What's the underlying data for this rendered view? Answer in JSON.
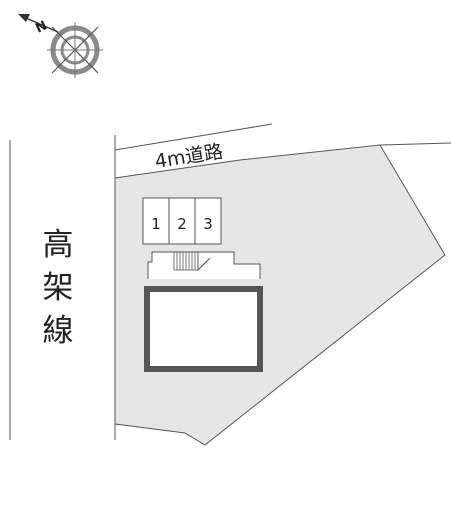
{
  "map": {
    "road_label": "4m道路",
    "elevated_line_label": [
      "高",
      "架",
      "線"
    ],
    "parking_slots": [
      "1",
      "2",
      "3"
    ],
    "colors": {
      "lot_fill": "#e6e6e6",
      "line": "#555555",
      "building_border": "#555555",
      "building_fill": "#ffffff",
      "text": "#222222"
    }
  },
  "compass": {
    "icon": "compass-icon",
    "north_label": "N"
  }
}
